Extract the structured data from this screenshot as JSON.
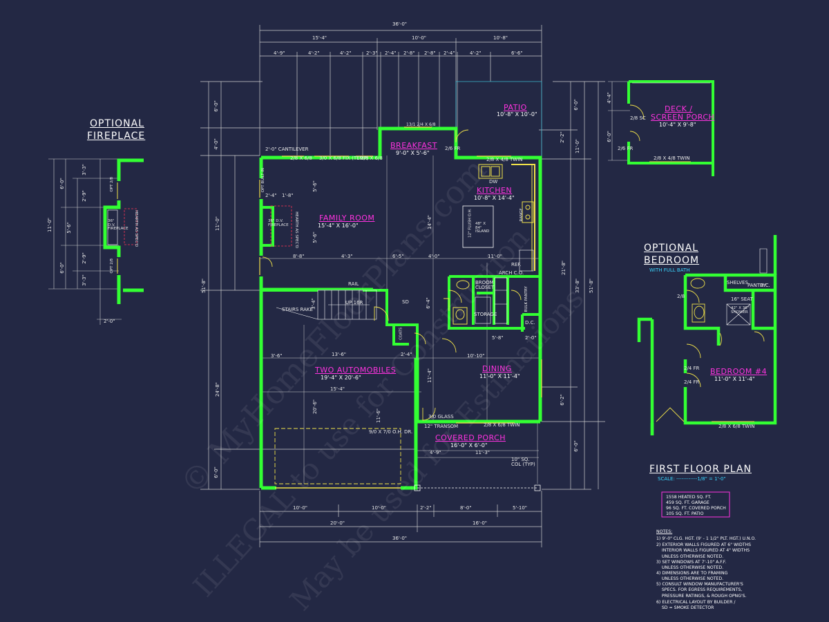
{
  "colors": {
    "background": "#232844",
    "walls": "#33ff33",
    "lines": "#d8d8d8",
    "room_labels": "#ff33e0",
    "scale_text": "#3ad6ff",
    "accents": "#f2e34a",
    "patio_outline": "#3ab0c8"
  },
  "watermark": {
    "line1": "© MyHomeFloorPlans.com",
    "line2": "ILLEGAL to use for Construction",
    "line3": "May be used for Estimations"
  },
  "main_plan": {
    "title": "FIRST FLOOR PLAN",
    "scale_label": "SCALE: ------------1/8\" = 1'-0\"",
    "areas": [
      "1558 HEATED SQ. FT.",
      "459 SQ. FT. GARAGE",
      "96 SQ. FT. COVERED PORCH",
      "105 SQ. FT. PATIO"
    ],
    "rooms": [
      {
        "name": "PATIO",
        "size": "10'-8\" X 10'-0\""
      },
      {
        "name": "BREAKFAST",
        "size": "9'-0\" X 5'-6\""
      },
      {
        "name": "KITCHEN",
        "size": "10'-8\" X 14'-4\""
      },
      {
        "name": "FAMILY ROOM",
        "size": "15'-4\" X 16'-0\""
      },
      {
        "name": "TWO AUTOMOBILES",
        "size": "19'-4\" X 20'-6\""
      },
      {
        "name": "DINING",
        "size": "11'-0\" X 11'-4\""
      },
      {
        "name": "COVERED PORCH",
        "size": "16'-0\" X 6'-0\""
      }
    ],
    "dims_top": [
      "36'-0\"",
      "15'-4\"",
      "10'-0\"",
      "10'-8\"",
      "4'-9\"",
      "4'-2\"",
      "4'-2\"",
      "2'-3\"",
      "2'-4\"",
      "2'-8\"",
      "2'-8\"",
      "2'-4\"",
      "4'-2\"",
      "6'-6\""
    ],
    "dims_bottom": [
      "10'-0\"",
      "10'-0\"",
      "2'-2\"",
      "8'-0\"",
      "5'-10\"",
      "20'-0\"",
      "16'-0\"",
      "36'-0\""
    ],
    "dims_left": [
      "6'-0\"",
      "4'-0\"",
      "51'-8\"",
      "11'-0\"",
      "24'-8\"",
      "6'-0\""
    ],
    "dims_right": [
      "6'-0\"",
      "2'-2\"",
      "11'-0\"",
      "21'-8\"",
      "33'-8\"",
      "51'-8\"",
      "6'-2\"",
      "6'-0\""
    ],
    "labels": [
      "2'-0\" CANTILEVER",
      "2/8 X 6/8",
      "3/0 X 6/8 FIX (TEMP)",
      "2/8 X 6/8",
      "13/1 2/4 X 6/8",
      "2/8 X 4/8 TWIN",
      "OPT BUILT IN",
      "36\" D.V. FIREPLACE",
      "HEARTH AS SPEC'D",
      "RAIL",
      "UP 16R",
      "STAIRS RAKE",
      "BROOM CLOSET",
      "STORAGE",
      "BULK PANTRY",
      "REF.",
      "RANGE",
      "DW",
      "48\" X 84\" ISLAND",
      "12\" FLUSH O.H.",
      "ARCH C.O.",
      "COATS",
      "SD",
      "3/0 GLASS",
      "12\" TRANSOM",
      "9/0 X 7/0 O.H. DR.",
      "10\" SQ. COL (TYP)",
      "2/8 X 6/8 TWIN",
      "2/6 FR",
      "D.C."
    ],
    "inner_dims": [
      "2'-4\"",
      "1'-8\"",
      "5'-6\"",
      "5'-6\"",
      "8'-8\"",
      "4'-3\"",
      "6'-5\"",
      "4'-0\"",
      "11'-0\"",
      "3'-4\"",
      "13'-6\"",
      "2'-4\"",
      "3'-6\"",
      "10'-10\"",
      "11'-4\"",
      "15'-4\"",
      "20'-6\"",
      "11'-6\"",
      "4'-9\"",
      "11'-3\"",
      "5'-8\"",
      "2'-0\"",
      "6'-4\"",
      "14'-4\""
    ]
  },
  "optional_fireplace": {
    "title": "OPTIONAL FIREPLACE",
    "title_line1": "OPTIONAL",
    "title_line2": "FIREPLACE",
    "fireplace_label": "36\" D.V. FIREPLACE",
    "hearth_label": "HEARTH AS SPEC'D",
    "dims": [
      "11'-0\"",
      "6'-0\"",
      "3'-3\"",
      "2'-9\"",
      "5'-6\"",
      "2'-9\"",
      "6'-0\"",
      "3'-3\"",
      "2'-0\""
    ],
    "windows": [
      "OPT 2/8",
      "OPT 2/8"
    ]
  },
  "deck": {
    "name": "DECK / SCREEN PORCH",
    "name_line1": "DECK /",
    "name_line2": "SCREEN PORCH",
    "size": "10'-4\" X 9'-8\"",
    "dims": [
      "4'-4\"",
      "6'-0\""
    ],
    "labels": [
      "2/8 SC",
      "2/6 FR",
      "2/8 X 4/8 TWIN"
    ]
  },
  "optional_bedroom": {
    "title_line1": "OPTIONAL",
    "title_line2": "BEDROOM",
    "subtitle": "WITH FULL BATH",
    "room_name": "BEDROOM #4",
    "room_size": "11'-0\" X 11'-4\"",
    "labels": [
      "SHELVES",
      "PANTRY",
      "D.C.",
      "16\" SEAT",
      "42\" X 36\" SHOWER",
      "2/8",
      "2/4 FR",
      "2/4 FR",
      "2/8 X 6/8 TWIN"
    ]
  },
  "notes": {
    "heading": "NOTES:",
    "items": [
      "1) 9'-0\" CLG. HGT. (9' - 1 1/2\" PLT. HGT.) U.N.O.",
      "2) EXTERIOR WALLS FIGURED AT 6\" WIDTHS\n    INTERIOR WALLS FIGURED AT 4\" WIDTHS\n    UNLESS OTHERWISE NOTED.",
      "3) SET WINDOWS AT 7'-10\" A.F.F.\n    UNLESS OTHERWISE NOTED.",
      "4) DIMENSIONS ARE TO FRAMING\n    UNLESS OTHERWISE NOTED.",
      "5) CONSULT WINDOW MANUFACTURER'S\n    SPECS. FOR EGRESS REQUIREMENTS,\n    PRESSURE RATINGS, & ROUGH OPNG'S.",
      "6) ELECTRICAL LAYOUT BY BUILDER /\n    SD = SMOKE DETECTOR"
    ]
  }
}
